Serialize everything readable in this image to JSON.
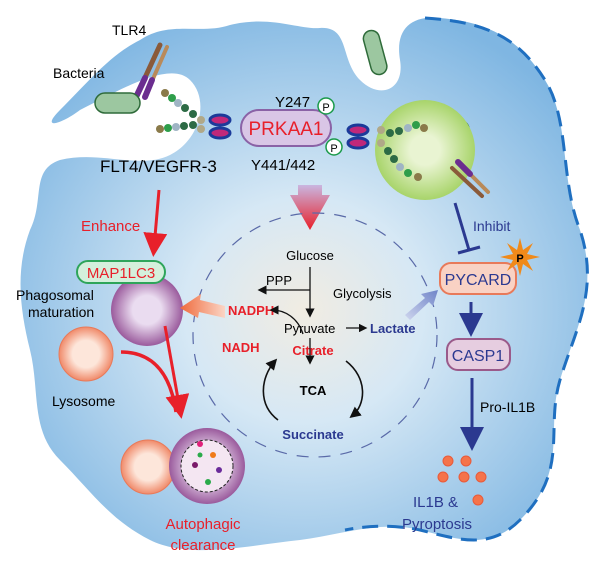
{
  "labels": {
    "tlr4": "TLR4",
    "bacteria": "Bacteria",
    "flt4": "FLT4/VEGFR-3",
    "y247": "Y247",
    "y441": "Y441/442",
    "prkaa1": "PRKAA1",
    "phospho": "P",
    "enhance": "Enhance",
    "map1lc3": "MAP1LC3",
    "phagosomal_1": "Phagosomal",
    "phagosomal_2": "maturation",
    "lysosome": "Lysosome",
    "autophagic_1": "Autophagic",
    "autophagic_2": "clearance",
    "glucose": "Glucose",
    "ppp": "PPP",
    "nadph": "NADPH",
    "glycolysis": "Glycolysis",
    "pyruvate": "Pyruvate",
    "lactate": "Lactate",
    "nadh": "NADH",
    "citrate": "Citrate",
    "tca": "TCA",
    "succinate": "Succinate",
    "inhibit": "Inhibit",
    "pycard": "PYCARD",
    "casp1": "CASP1",
    "pro_il1b": "Pro-IL1B",
    "il1b_1": "IL1B &",
    "il1b_2": "Pyroptosis"
  },
  "colors": {
    "cell": "#8fc1e6",
    "red": "#e8202a",
    "blue": "#2b3990",
    "purple_pill": "#d9c6e6",
    "pycard_fill": "#f9d2c4",
    "green_vesicle": "#c7e29a"
  }
}
